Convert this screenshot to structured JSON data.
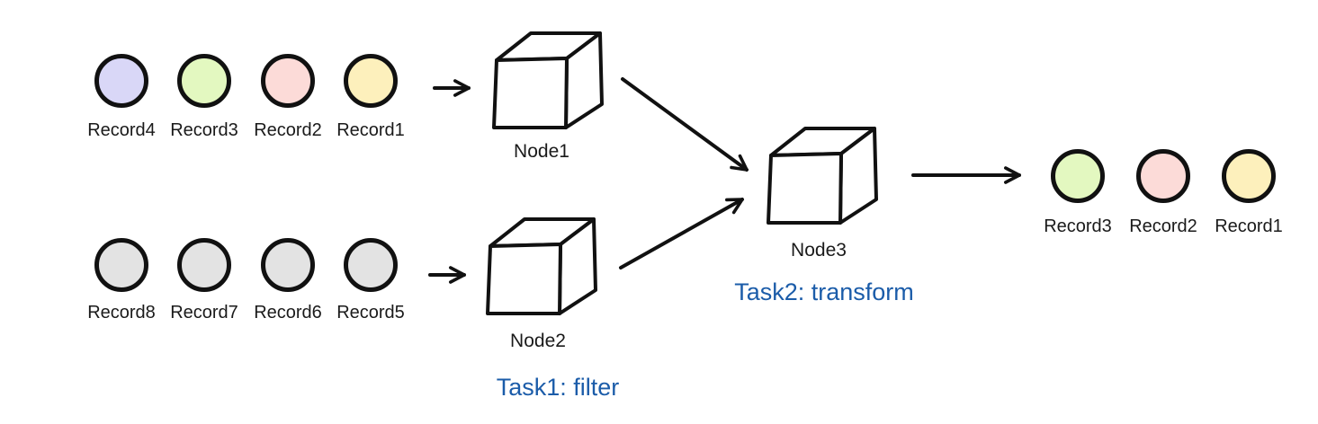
{
  "diagram": {
    "background_color": "#ffffff",
    "stroke_color": "#111111",
    "task_text_color": "#1b5ca9",
    "input_top": {
      "records": [
        {
          "label": "Record4",
          "color": "#d9d7f7"
        },
        {
          "label": "Record3",
          "color": "#e3f8c0"
        },
        {
          "label": "Record2",
          "color": "#fcdbd8"
        },
        {
          "label": "Record1",
          "color": "#fdf0bc"
        }
      ]
    },
    "input_bottom": {
      "records": [
        {
          "label": "Record8",
          "color": "#e3e3e3"
        },
        {
          "label": "Record7",
          "color": "#e3e3e3"
        },
        {
          "label": "Record6",
          "color": "#e3e3e3"
        },
        {
          "label": "Record5",
          "color": "#e3e3e3"
        }
      ]
    },
    "nodes": [
      {
        "label": "Node1",
        "icon": "cube-icon"
      },
      {
        "label": "Node2",
        "icon": "cube-icon"
      },
      {
        "label": "Node3",
        "icon": "cube-icon"
      }
    ],
    "tasks": [
      {
        "label": "Task1: filter"
      },
      {
        "label": "Task2: transform"
      }
    ],
    "output": {
      "records": [
        {
          "label": "Record3",
          "color": "#e3f8c0"
        },
        {
          "label": "Record2",
          "color": "#fcdbd8"
        },
        {
          "label": "Record1",
          "color": "#fdf0bc"
        }
      ]
    },
    "arrows": [
      {
        "name": "input-top-to-node1"
      },
      {
        "name": "input-bottom-to-node2"
      },
      {
        "name": "node1-to-node3"
      },
      {
        "name": "node2-to-node3"
      },
      {
        "name": "node3-to-output"
      }
    ]
  }
}
